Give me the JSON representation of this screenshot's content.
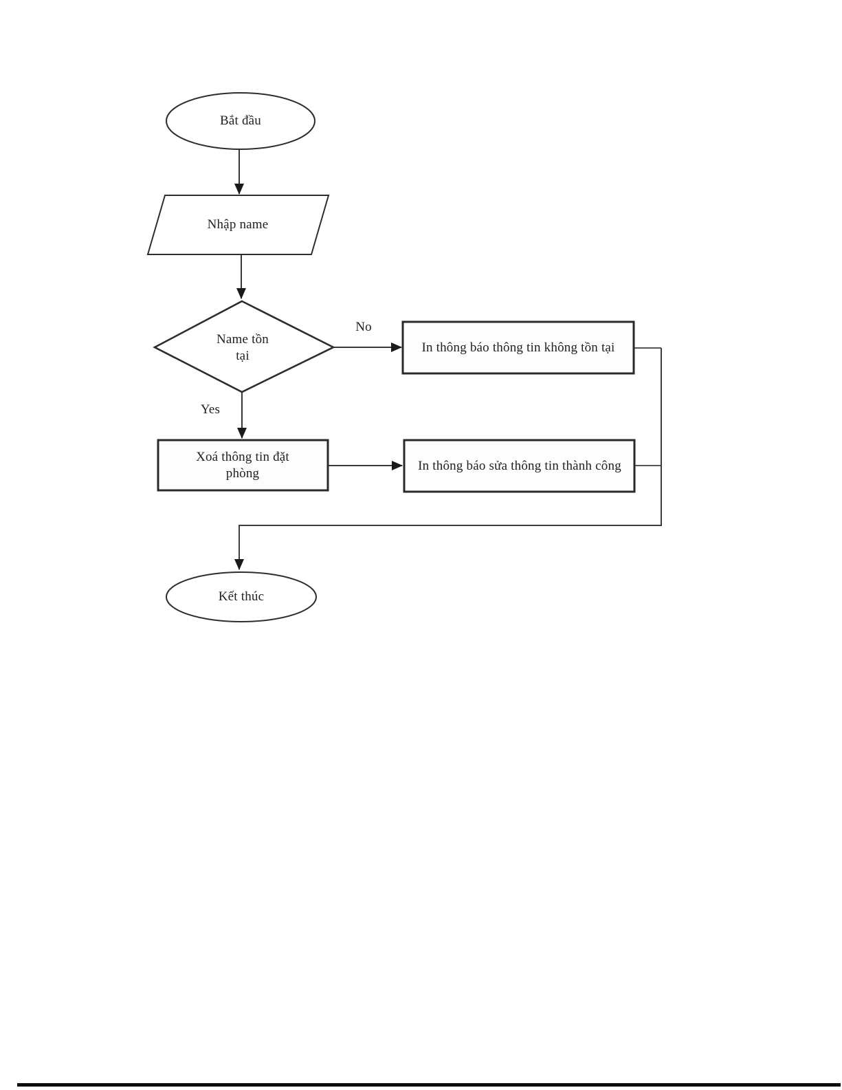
{
  "diagram": {
    "nodes": {
      "start": {
        "label": "Bắt đầu"
      },
      "input": {
        "label": "Nhập name"
      },
      "decision": {
        "label": "Name tồn tại"
      },
      "notExist": {
        "label": "In thông báo thông tin không tồn tại"
      },
      "delete": {
        "label": "Xoá thông tin đặt phòng"
      },
      "editSuccess": {
        "label": "In thông báo sửa thông tin thành công"
      },
      "end": {
        "label": "Kết thúc"
      }
    },
    "edges": {
      "no": {
        "label": "No"
      },
      "yes": {
        "label": "Yes"
      }
    },
    "colors": {
      "shape_stroke": "#2d2d2d",
      "line_stroke": "#383838",
      "text": "#212121",
      "background": "#ffffff",
      "bottom_rule": "#0d0d0d"
    }
  }
}
